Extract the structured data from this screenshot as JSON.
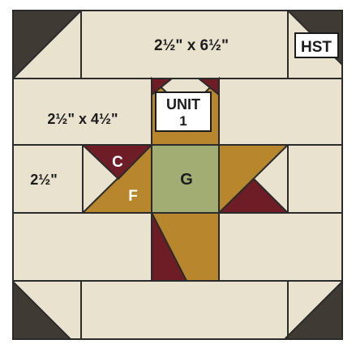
{
  "labels": {
    "top_dimension": "2½\" x 6½\"",
    "hst": "HST",
    "mid_dimension": "2½\" x 4½\"",
    "unit_line1": "UNIT",
    "unit_line2": "1",
    "small_dimension": "2½\"",
    "patch_c": "C",
    "patch_f": "F",
    "patch_g": "G"
  },
  "colors": {
    "background_fabric": "#e8e2cf",
    "corner_dark": "#3f3a33",
    "star_gold": "#b8862c",
    "star_maroon": "#6e1d27",
    "center_green": "#a2ad74",
    "outline": "#2b2b2b",
    "label_box": "#ffffff"
  },
  "icons": []
}
